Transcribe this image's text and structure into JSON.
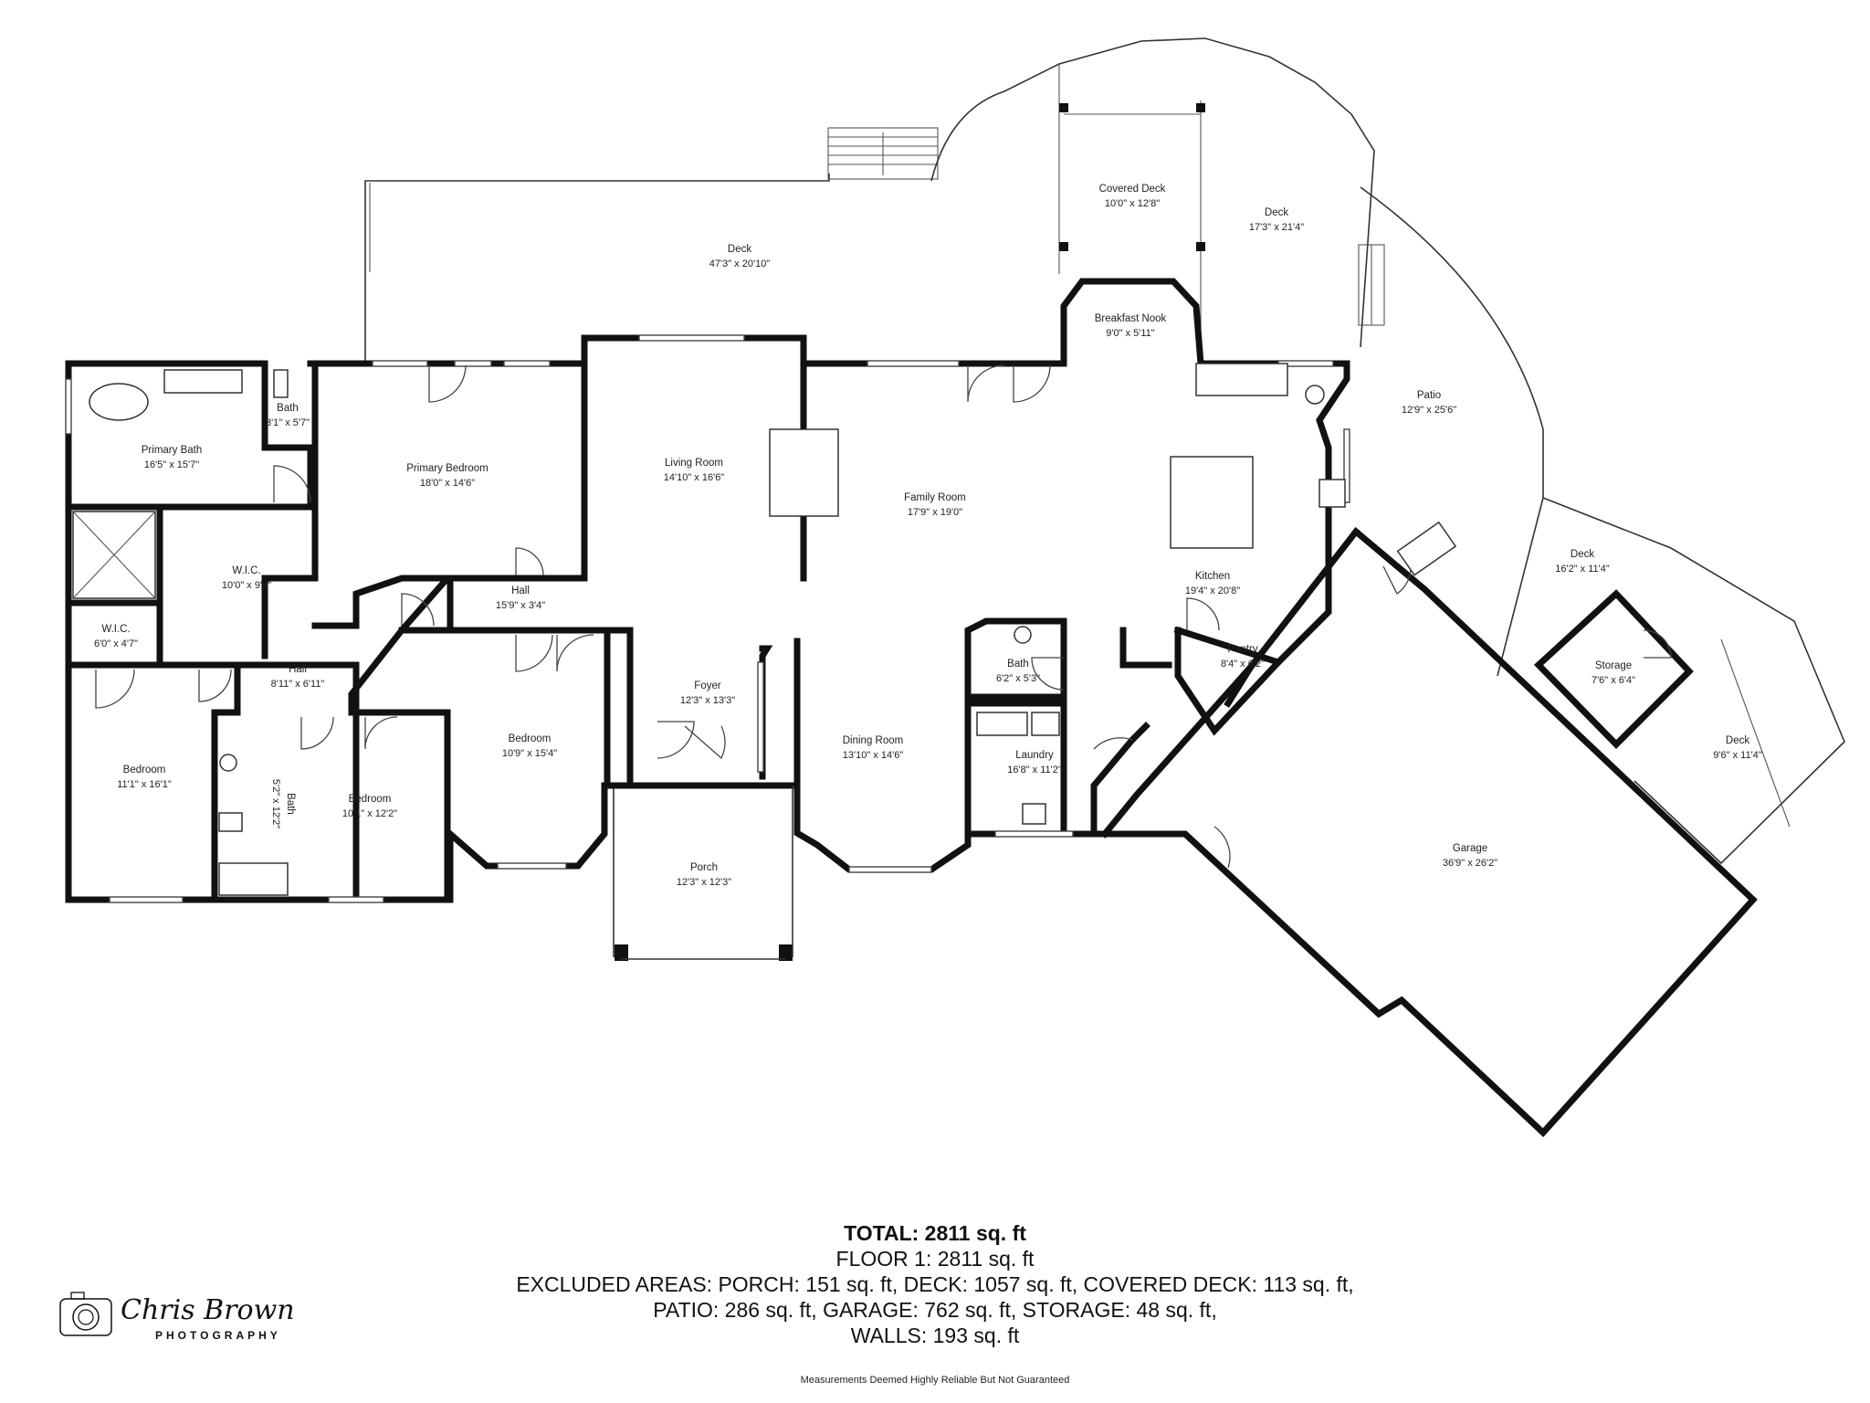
{
  "rooms": [
    {
      "id": "deck-main",
      "name": "Deck",
      "dims": "47'3\" x 20'10\""
    },
    {
      "id": "covered-deck",
      "name": "Covered Deck",
      "dims": "10'0\" x 12'8\""
    },
    {
      "id": "deck-round",
      "name": "Deck",
      "dims": "17'3\" x 21'4\""
    },
    {
      "id": "breakfast-nook",
      "name": "Breakfast Nook",
      "dims": "9'0\" x 5'11\""
    },
    {
      "id": "patio",
      "name": "Patio",
      "dims": "12'9\" x 25'6\""
    },
    {
      "id": "primary-bath",
      "name": "Primary Bath",
      "dims": "16'5\" x 15'7\""
    },
    {
      "id": "bath-small",
      "name": "Bath",
      "dims": "3'1\" x 5'7\""
    },
    {
      "id": "primary-bedroom",
      "name": "Primary Bedroom",
      "dims": "18'0\" x 14'6\""
    },
    {
      "id": "living-room",
      "name": "Living Room",
      "dims": "14'10\" x 16'6\""
    },
    {
      "id": "family-room",
      "name": "Family Room",
      "dims": "17'9\" x 19'0\""
    },
    {
      "id": "kitchen",
      "name": "Kitchen",
      "dims": "19'4\" x 20'8\""
    },
    {
      "id": "wic-large",
      "name": "W.I.C.",
      "dims": "10'0\" x 9'9\""
    },
    {
      "id": "hall-upper",
      "name": "Hall",
      "dims": "15'9\" x 3'4\""
    },
    {
      "id": "deck-east",
      "name": "Deck",
      "dims": "16'2\" x 11'4\""
    },
    {
      "id": "wic-small",
      "name": "W.I.C.",
      "dims": "6'0\" x 4'7\""
    },
    {
      "id": "pantry",
      "name": "Pantry",
      "dims": "8'4\" x 6'2\""
    },
    {
      "id": "hall-lower",
      "name": "Hall",
      "dims": "8'11\" x 6'11\""
    },
    {
      "id": "storage",
      "name": "Storage",
      "dims": "7'6\" x 6'4\""
    },
    {
      "id": "bath-mid",
      "name": "Bath",
      "dims": "6'2\" x 5'3\""
    },
    {
      "id": "foyer",
      "name": "Foyer",
      "dims": "12'3\" x 13'3\""
    },
    {
      "id": "bedroom-center",
      "name": "Bedroom",
      "dims": "10'9\" x 15'4\""
    },
    {
      "id": "deck-se",
      "name": "Deck",
      "dims": "9'6\" x 11'4\""
    },
    {
      "id": "dining-room",
      "name": "Dining Room",
      "dims": "13'10\" x 14'6\""
    },
    {
      "id": "laundry",
      "name": "Laundry",
      "dims": "16'8\" x 11'2\""
    },
    {
      "id": "bedroom-west",
      "name": "Bedroom",
      "dims": "11'1\" x 16'1\""
    },
    {
      "id": "bath-west",
      "name": "Bath",
      "dims": "5'2\" x 12'2\""
    },
    {
      "id": "bedroom-mid",
      "name": "Bedroom",
      "dims": "10'1\" x 12'2\""
    },
    {
      "id": "garage",
      "name": "Garage",
      "dims": "36'9\" x 26'2\""
    },
    {
      "id": "porch",
      "name": "Porch",
      "dims": "12'3\" x 12'3\""
    }
  ],
  "summary": {
    "total": "TOTAL: 2811 sq. ft",
    "floor": "FLOOR 1: 2811 sq. ft",
    "excluded_1": "EXCLUDED AREAS: PORCH: 151 sq. ft, DECK: 1057 sq. ft, COVERED DECK: 113 sq. ft,",
    "excluded_2": "PATIO: 286 sq. ft, GARAGE: 762 sq. ft, STORAGE: 48 sq. ft,",
    "walls": "WALLS: 193 sq. ft"
  },
  "disclaimer": "Measurements Deemed Highly Reliable But Not Guaranteed",
  "logo": {
    "name": "Chris Brown",
    "subtitle": "PHOTOGRAPHY"
  },
  "colors": {
    "wall": "#111111",
    "background": "#ffffff"
  }
}
